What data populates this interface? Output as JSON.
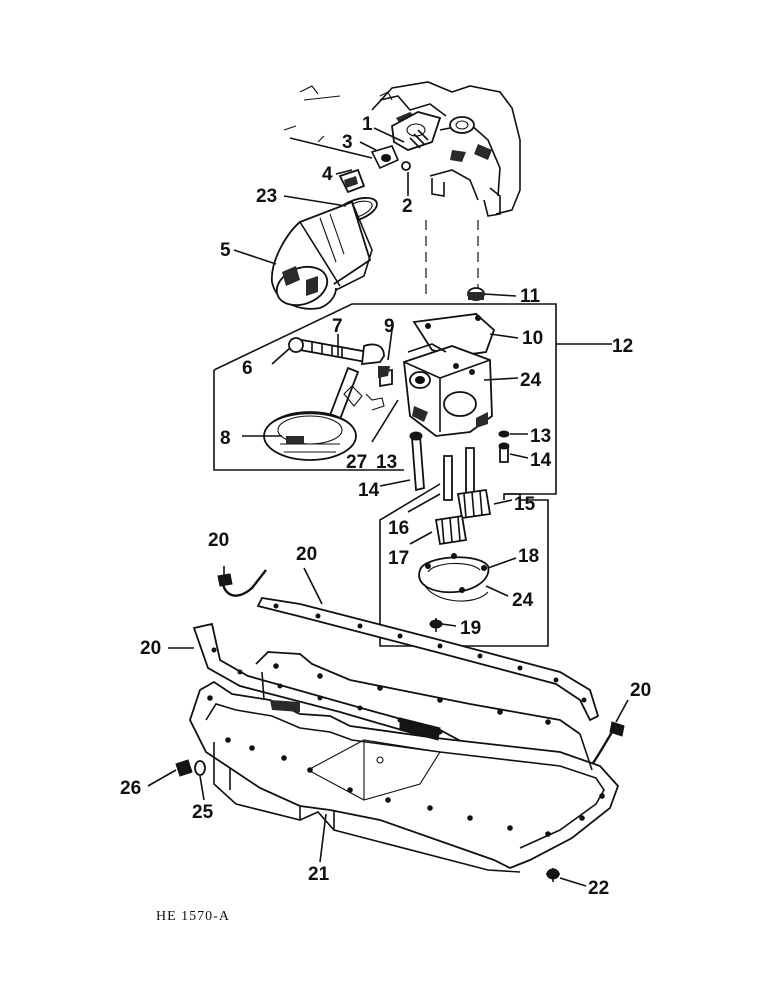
{
  "diagram": {
    "caption": "HE 1570-A",
    "callouts": {
      "c1": "1",
      "c2": "2",
      "c3": "3",
      "c4": "4",
      "c5": "5",
      "c6": "6",
      "c7": "7",
      "c8": "8",
      "c9": "9",
      "c10": "10",
      "c11": "11",
      "c12": "12",
      "c13a": "13",
      "c13b": "13",
      "c14a": "14",
      "c14b": "14",
      "c15": "15",
      "c16": "16",
      "c17": "17",
      "c18": "18",
      "c19": "19",
      "c20a": "20",
      "c20b": "20",
      "c20c": "20",
      "c20d": "20",
      "c21": "21",
      "c22": "22",
      "c23": "23",
      "c24a": "24",
      "c24b": "24",
      "c25": "25",
      "c26": "26",
      "c27": "27"
    }
  }
}
